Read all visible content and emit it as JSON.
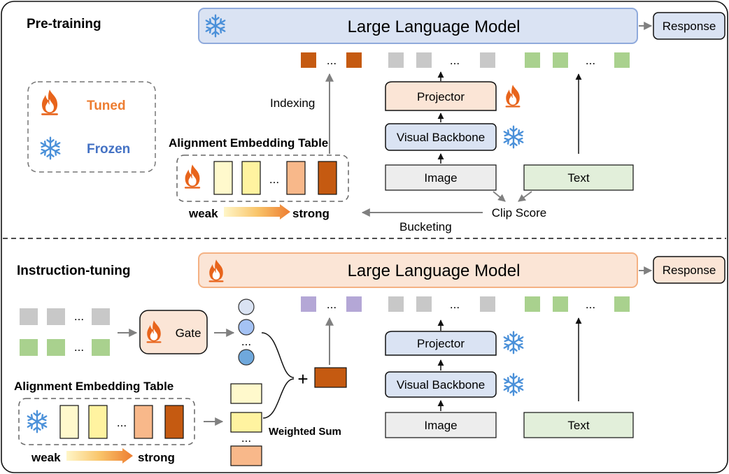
{
  "pretraining": {
    "title": "Pre-training",
    "llm_label": "Large Language Model",
    "response_label": "Response",
    "legend": {
      "tuned": "Tuned",
      "frozen": "Frozen"
    },
    "indexing_label": "Indexing",
    "table_title": "Alignment Embedding Table",
    "weak_label": "weak",
    "strong_label": "strong",
    "projector_label": "Projector",
    "visual_backbone_label": "Visual Backbone",
    "image_label": "Image",
    "text_label": "Text",
    "clip_score_label": "Clip Score",
    "bucketing_label": "Bucketing",
    "ellipsis": "..."
  },
  "instruction": {
    "title": "Instruction-tuning",
    "llm_label": "Large Language Model",
    "response_label": "Response",
    "gate_label": "Gate",
    "table_title": "Alignment Embedding Table",
    "weak_label": "weak",
    "strong_label": "strong",
    "plus_label": "+",
    "weighted_sum_label": "Weighted Sum",
    "projector_label": "Projector",
    "visual_backbone_label": "Visual Backbone",
    "image_label": "Image",
    "text_label": "Text",
    "ellipsis": "..."
  },
  "colors": {
    "llm_frozen_fill": "#dae3f3",
    "llm_tuned_fill": "#fbe5d6",
    "orange_token": "#c55a11",
    "gray_token": "#c8c8c8",
    "green_token": "#a9d18e",
    "purple_token": "#b4a7d6",
    "tuned_text": "#ed7d31",
    "frozen_text": "#4472c4"
  },
  "icons": [
    "fire-icon",
    "snowflake-icon"
  ]
}
